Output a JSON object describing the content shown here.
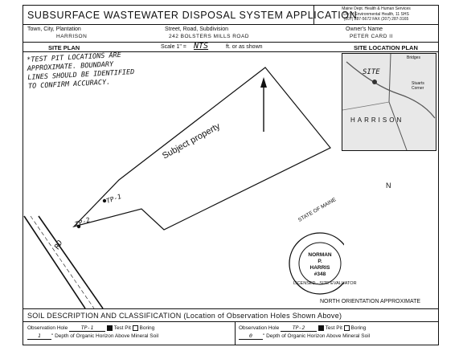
{
  "header": {
    "title": "SUBSURFACE WASTEWATER DISPOSAL SYSTEM APPLICATION",
    "agency": [
      "Maine Dept. Health & Human Services",
      "Div of Environmental Health, 11 SHS",
      "(207) 287-5672    FAX (207) 287-3165"
    ]
  },
  "info": {
    "town_label": "Town, City, Plantation",
    "town_value": "HARRISON",
    "street_label": "Street, Road, Subdivision",
    "street_value": "242 BOLSTERS MILLS ROAD",
    "owner_label": "Owner's Name",
    "owner_value": "PETER CARD II"
  },
  "plan_bar": {
    "site_plan": "SITE PLAN",
    "scale_label": "Scale  1\" =",
    "scale_value": "NTS",
    "scale_suffix": "ft. or as shown",
    "location_plan": "SITE LOCATION PLAN"
  },
  "note": {
    "lines": [
      "*TEST PIT LOCATIONS ARE",
      "APPROXIMATE. BOUNDARY",
      "LINES SHOULD BE IDENTIFIED",
      "TO CONFIRM ACCURACY."
    ]
  },
  "site": {
    "subject": "Subject property",
    "tp1": "TP-1",
    "tp2": "TP-2",
    "road": "RD"
  },
  "map": {
    "site": "SITE",
    "bridges": "Bridges",
    "stuarts": "Stuarts",
    "corner": "Corner",
    "harrison": "HARRISON"
  },
  "stamp": {
    "ring_top": "STATE OF MAINE",
    "ring_bottom": "LICENSED · SITE EVALUATOR",
    "name1": "NORMAN",
    "name2": "P.",
    "name3": "HARRIS",
    "number": "#348"
  },
  "orientation": {
    "north": "N",
    "label": "NORTH ORIENTATION APPROXIMATE"
  },
  "soil": {
    "title": "SOIL DESCRIPTION AND CLASSIFICATION (Location of Observation Holes Shown Above)",
    "hole_label": "Observation Hole",
    "test_pit": "Test Pit",
    "boring": "Boring",
    "depth_text": "\" Depth of Organic Horizon Above Mineral Soil",
    "left": {
      "hole": "TP-1",
      "depth": "1"
    },
    "right": {
      "hole": "TP-2",
      "depth": "0"
    }
  }
}
